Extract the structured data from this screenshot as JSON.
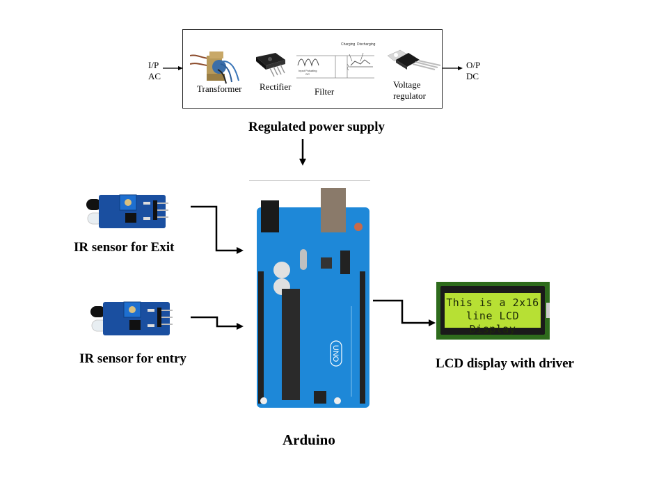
{
  "power_supply": {
    "input_label_line1": "I/P",
    "input_label_line2": "AC",
    "output_label_line1": "O/P",
    "output_label_line2": "DC",
    "stages": [
      {
        "name": "Transformer",
        "icon": "transformer-icon"
      },
      {
        "name": "Rectifier",
        "icon": "bridge-rectifier-icon"
      },
      {
        "name": "Filter",
        "icon": "filter-waveform-icon"
      },
      {
        "name_line1": "Voltage",
        "name_line2": "regulator",
        "icon": "voltage-regulator-icon"
      }
    ],
    "filter_annotations": {
      "charging": "Charging",
      "discharging": "Discharging",
      "input_line1": "Input Pulsating",
      "input_line2": "DC"
    },
    "caption": "Regulated power supply"
  },
  "sensors": {
    "exit": {
      "label": "IR sensor for Exit",
      "icon": "ir-sensor-module-icon"
    },
    "entry": {
      "label": "IR sensor for entry",
      "icon": "ir-sensor-module-icon"
    }
  },
  "arduino": {
    "label": "Arduino",
    "board_marking": "UNO",
    "icon": "arduino-uno-board-icon"
  },
  "lcd": {
    "line1": "This is a 2x16",
    "line2": "line LCD Display",
    "label": "LCD display  with driver",
    "icon": "lcd-16x2-module-icon",
    "screen_color": "#b7e034",
    "pcb_color": "#2e6b1c"
  },
  "colors": {
    "arduino_board": "#1e88d8",
    "ir_sensor_pcb": "#1a4fa0",
    "arrows": "#000000"
  }
}
